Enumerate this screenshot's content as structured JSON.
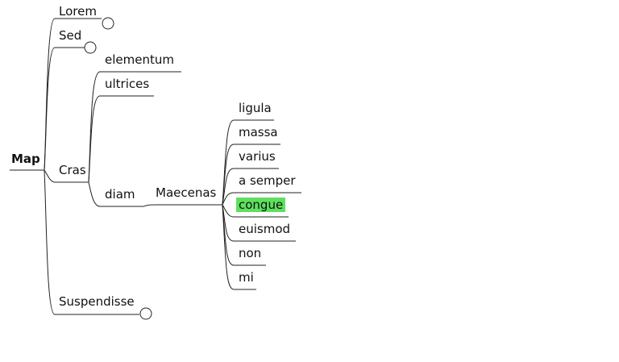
{
  "map": {
    "root": "Map",
    "branches": {
      "lorem": "Lorem",
      "sed": "Sed",
      "cras": "Cras",
      "suspendisse": "Suspendisse"
    },
    "cras_children": {
      "elementum": "elementum",
      "ultrices": "ultrices",
      "diam": "diam"
    },
    "diam_child": "Maecenas",
    "maecenas_children": [
      "ligula",
      "massa",
      "varius",
      "a semper",
      "congue",
      "euismod",
      "non",
      "mi"
    ],
    "selected": "congue",
    "highlight_color": "#5ee05e",
    "collapsed_nodes": [
      "Lorem",
      "Sed",
      "Suspendisse"
    ]
  }
}
